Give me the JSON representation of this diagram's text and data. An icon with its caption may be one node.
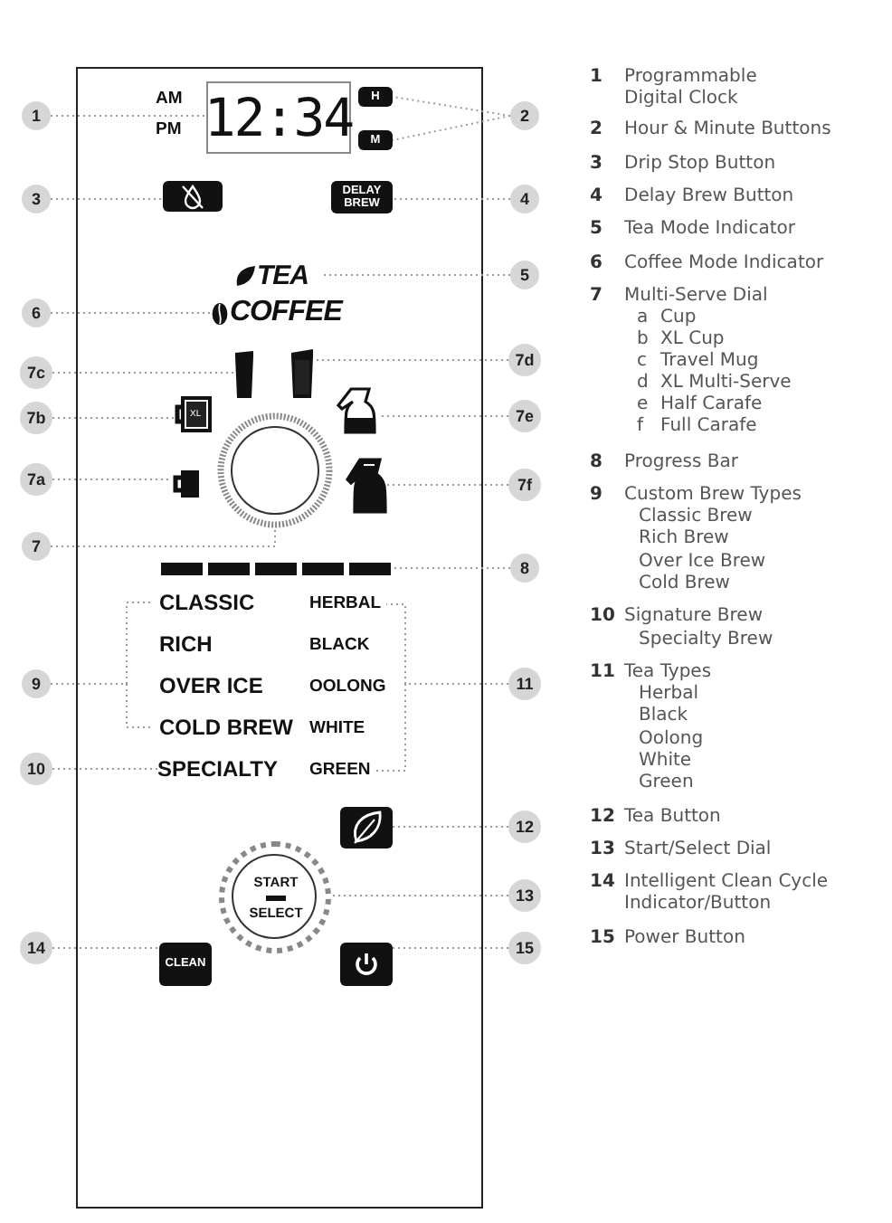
{
  "diagram": {
    "nodes": [
      {
        "text": [
          "1"
        ]
      },
      {
        "text": [
          "12:34"
        ],
        "beside": [
          "AM",
          "PM"
        ]
      },
      {
        "text": [
          "H"
        ]
      },
      {
        "text": [
          "M"
        ]
      },
      {
        "text": [
          "2"
        ]
      },
      {
        "text": [
          "3"
        ]
      },
      {
        "text": [],
        "shape": "box"
      },
      {
        "text": [
          "DELAY BREW"
        ]
      },
      {
        "text": [
          "4"
        ]
      },
      {
        "text": [
          "TEA"
        ]
      },
      {
        "text": [
          "5"
        ]
      },
      {
        "text": [
          "6"
        ]
      },
      {
        "text": [
          "COFFEE"
        ]
      },
      {
        "text": [
          "7c"
        ]
      },
      {
        "text": [],
        "shape": "cup"
      },
      {
        "text": [],
        "shape": "cup"
      },
      {
        "text": [
          "7d"
        ]
      },
      {
        "text": [
          "7b"
        ]
      },
      {
        "text": [
          "XL"
        ]
      },
      {
        "text": [],
        "shape": "jug"
      },
      {
        "text": [
          "7e"
        ]
      },
      {
        "text": [
          "7a"
        ]
      },
      {
        "text": [],
        "shape": "mug"
      },
      {
        "text": [],
        "shape": "circle"
      },
      {
        "text": [],
        "shape": "jug"
      },
      {
        "text": [
          "7f"
        ]
      },
      {
        "text": [
          "7"
        ]
      },
      {
        "text": [],
        "shape": "bar"
      },
      {
        "text": [
          "8"
        ]
      },
      {
        "text": [
          "CLASSIC"
        ]
      },
      {
        "text": [
          "HERBAL"
        ]
      },
      {
        "text": [
          "RICH"
        ]
      },
      {
        "text": [
          "BLACK"
        ]
      },
      {
        "text": [
          "9"
        ]
      },
      {
        "text": [
          "OVER ICE"
        ]
      },
      {
        "text": [
          "OOLONG"
        ]
      },
      {
        "text": [
          "11"
        ]
      },
      {
        "text": [
          "COLD BREW"
        ]
      },
      {
        "text": [
          "WHITE"
        ]
      },
      {
        "text": [
          "10"
        ]
      },
      {
        "text": [
          "SPECIALTY"
        ]
      },
      {
        "text": [
          "GREEN"
        ]
      },
      {
        "text": [],
        "shape": "box"
      },
      {
        "text": [
          "12"
        ]
      },
      {
        "text": [
          "START",
          "SELECT"
        ]
      },
      {
        "text": [
          "13"
        ]
      },
      {
        "text": [
          "14"
        ]
      },
      {
        "text": [
          "CLEAN"
        ]
      },
      {
        "text": [],
        "shape": "box"
      },
      {
        "text": [
          "15"
        ]
      }
    ],
    "edges": [
      {
        "from": 0,
        "to": 1,
        "arrow": "none"
      },
      {
        "from": 4,
        "to": 2,
        "arrow": "none"
      },
      {
        "from": 4,
        "to": 3,
        "arrow": "none"
      },
      {
        "from": 5,
        "to": 6,
        "arrow": "none"
      },
      {
        "from": 8,
        "to": 7,
        "arrow": "none"
      },
      {
        "from": 10,
        "to": 9,
        "arrow": "none"
      },
      {
        "from": 11,
        "to": 12,
        "arrow": "none"
      },
      {
        "from": 13,
        "to": 14,
        "arrow": "none"
      },
      {
        "from": 16,
        "to": 15,
        "arrow": "none"
      },
      {
        "from": 17,
        "to": 18,
        "arrow": "none"
      },
      {
        "from": 20,
        "to": 19,
        "arrow": "none"
      },
      {
        "from": 21,
        "to": 22,
        "arrow": "none"
      },
      {
        "from": 25,
        "to": 24,
        "arrow": "none"
      },
      {
        "from": 26,
        "to": 23,
        "arrow": "none"
      },
      {
        "from": 28,
        "to": 27,
        "arrow": "none"
      },
      {
        "from": 33,
        "to": 29,
        "arrow": "none"
      },
      {
        "from": 33,
        "to": 37,
        "arrow": "none"
      },
      {
        "from": 36,
        "to": 30,
        "arrow": "none"
      },
      {
        "from": 36,
        "to": 41,
        "arrow": "none"
      },
      {
        "from": 39,
        "to": 40,
        "arrow": "none"
      },
      {
        "from": 43,
        "to": 42,
        "arrow": "none"
      },
      {
        "from": 45,
        "to": 44,
        "arrow": "none"
      },
      {
        "from": 46,
        "to": 47,
        "arrow": "none"
      },
      {
        "from": 49,
        "to": 48,
        "arrow": "none"
      }
    ],
    "labels": [
      "1",
      "Programmable Digital Clock",
      "2",
      "Hour & Minute Buttons",
      "3",
      "Drip Stop Button",
      "4",
      "Delay Brew Button",
      "5",
      "Tea Mode Indicator",
      "6",
      "Coffee Mode Indicator",
      "7",
      "Multi-Serve Dial",
      "a",
      "Cup",
      "b",
      "XL Cup",
      "c",
      "Travel Mug",
      "d",
      "XL Multi-Serve",
      "e",
      "Half Carafe",
      "f",
      "Full Carafe",
      "8",
      "Progress Bar",
      "9",
      "Custom Brew Types",
      "Classic Brew",
      "Rich Brew",
      "Over Ice Brew",
      "Cold Brew",
      "10",
      "Signature Brew",
      "Specialty Brew",
      "11",
      "Tea Types",
      "Herbal",
      "Black",
      "Oolong",
      "White",
      "Green",
      "12",
      "Tea Button",
      "13",
      "Start/Select Dial",
      "14",
      "Intelligent Clean Cycle Indicator/Button",
      "15",
      "Power Button"
    ]
  }
}
